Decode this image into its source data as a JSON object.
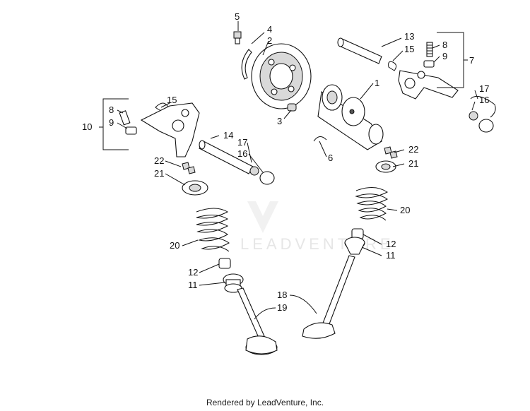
{
  "watermark": {
    "text": "LEADVENTURE"
  },
  "footer": {
    "text": "Rendered by LeadVenture, Inc."
  },
  "callouts": {
    "c5": "5",
    "c4": "4",
    "c2": "2",
    "c3": "3",
    "c1": "1",
    "c6": "6",
    "c13": "13",
    "c15a": "15",
    "c8a": "8",
    "c9a": "9",
    "c7": "7",
    "c17a": "17",
    "c16a": "16",
    "c15b": "15",
    "c8b": "8",
    "c9b": "9",
    "c10": "10",
    "c14": "14",
    "c17b": "17",
    "c16b": "16",
    "c22a": "22",
    "c21a": "21",
    "c22b": "22",
    "c21b": "21",
    "c20a": "20",
    "c20b": "20",
    "c12a": "12",
    "c11a": "11",
    "c12b": "12",
    "c11b": "11",
    "c18": "18",
    "c19": "19"
  }
}
